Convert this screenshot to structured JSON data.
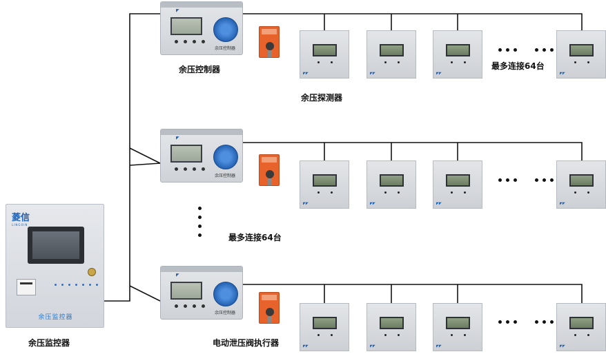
{
  "labels": {
    "monitor": "余压监控器",
    "controller": "余压控制器",
    "detector": "余压探测器",
    "max_detectors": "最多连接64台",
    "max_controllers": "最多连接64台",
    "actuator": "电动泄压阀执行器"
  },
  "cabinet": {
    "brand": "菱信",
    "brand_sub": "LINGXIN",
    "panel_name": "余压监控器"
  },
  "controller_unit": {
    "panel_name": "余压控制器"
  },
  "rows": [
    {
      "row": 1,
      "detectors_shown": 4
    },
    {
      "row": 2,
      "detectors_shown": 4
    },
    {
      "row": 3,
      "detectors_shown": 4
    }
  ],
  "colors": {
    "wire": "#111111",
    "brand_blue": "#1c5fb3",
    "actuator_orange": "#e8632b"
  },
  "icons": [
    "ellipsis-icon",
    "vertical-ellipsis-icon"
  ]
}
